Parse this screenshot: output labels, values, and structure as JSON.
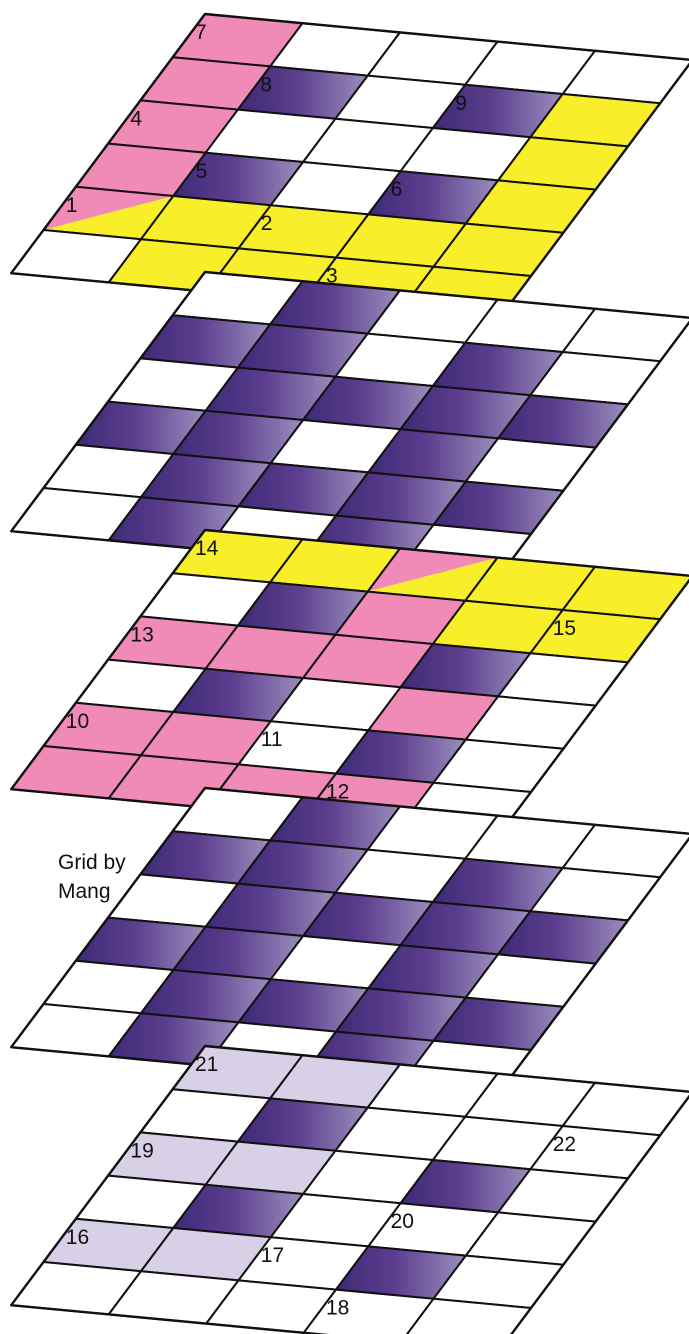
{
  "credit": [
    "Grid by",
    "Mang"
  ],
  "colors": {
    "white": "#ffffff",
    "pink": "#f08ab6",
    "yellow": "#f9ee2a",
    "lavender": "#d8d0e6",
    "black_square_gradient": [
      "#3e2a76",
      "#5c3d8e",
      "#9b8ebd"
    ],
    "line": "#111111"
  },
  "layers": [
    {
      "name": "layer-1",
      "cells": [
        "PWWWW",
        "PBWBY",
        "PWWWY",
        "PBWBY",
        "XYYYY",
        "WYYYY"
      ],
      "split_cells": [
        {
          "cell": "4,0",
          "upper": "pink",
          "lower": "yellow"
        }
      ],
      "numbers": [
        {
          "n": "1",
          "at": "4,0"
        },
        {
          "n": "2",
          "at": "4,2"
        },
        {
          "n": "3",
          "at": "5,3"
        },
        {
          "n": "4",
          "at": "2,0"
        },
        {
          "n": "5",
          "at": "3,1"
        },
        {
          "n": "6",
          "at": "3,3"
        },
        {
          "n": "7",
          "at": "0,0"
        },
        {
          "n": "8",
          "at": "1,1"
        },
        {
          "n": "9",
          "at": "1,3"
        }
      ]
    },
    {
      "name": "layer-2",
      "cells": [
        "WBWWW",
        "BBWBW",
        "WBBBB",
        "BBWBW",
        "WBBBB",
        "WBWBW"
      ],
      "numbers": []
    },
    {
      "name": "layer-3",
      "cells": [
        "YYXYY",
        "WBPYY",
        "PPPBW",
        "WBWPW",
        "PPWBW",
        "PPPPW"
      ],
      "split_cells": [
        {
          "cell": "0,2",
          "upper": "pink",
          "lower": "yellow"
        }
      ],
      "numbers": [
        {
          "n": "10",
          "at": "4,0"
        },
        {
          "n": "11",
          "at": "4,2"
        },
        {
          "n": "12",
          "at": "5,3"
        },
        {
          "n": "13",
          "at": "2,0"
        },
        {
          "n": "14",
          "at": "0,0"
        },
        {
          "n": "15",
          "at": "1,4"
        }
      ]
    },
    {
      "name": "layer-4",
      "cells": [
        "WBWWW",
        "BBWBW",
        "WBBBB",
        "BBWBW",
        "WBBBB",
        "WBWBW"
      ],
      "numbers": []
    },
    {
      "name": "layer-5",
      "cells": [
        "LLWWW",
        "WBWWW",
        "LLWBW",
        "WBWWW",
        "LLWBW",
        "WWWWW"
      ],
      "numbers": [
        {
          "n": "16",
          "at": "4,0"
        },
        {
          "n": "17",
          "at": "4,2"
        },
        {
          "n": "18",
          "at": "5,3"
        },
        {
          "n": "19",
          "at": "2,0"
        },
        {
          "n": "20",
          "at": "3,3"
        },
        {
          "n": "21",
          "at": "0,0"
        },
        {
          "n": "22",
          "at": "1,4"
        }
      ]
    }
  ]
}
